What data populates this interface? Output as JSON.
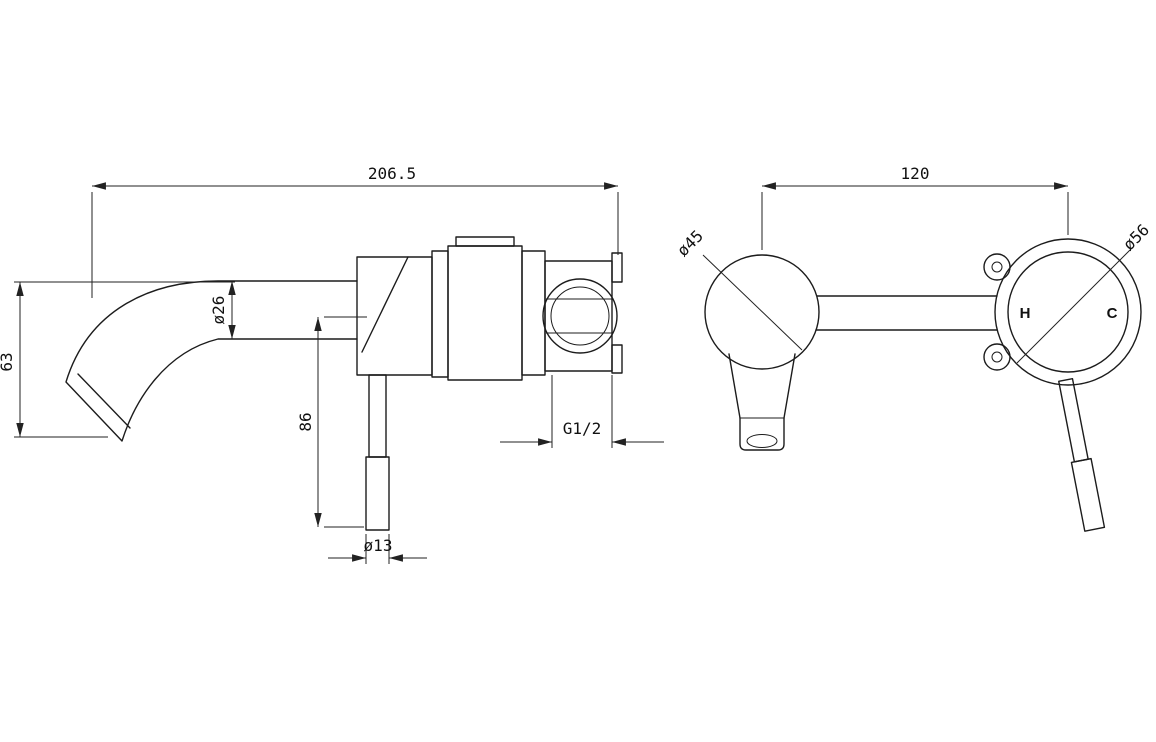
{
  "drawing": {
    "description": "Technical dimension drawing of a wall-mounted basin mixer tap, side view and front view",
    "background": "#ffffff",
    "line_color": "#1c1c1c"
  },
  "dims": {
    "overall_width": "206.5",
    "spout_height": "63",
    "spout_diameter": "ø26",
    "handle_length": "86",
    "handle_diameter": "ø13",
    "thread_size": "G1/2",
    "center_distance": "120",
    "spout_flange_diameter": "ø45",
    "handle_flange_diameter": "ø56",
    "hot": "H",
    "cold": "C"
  }
}
